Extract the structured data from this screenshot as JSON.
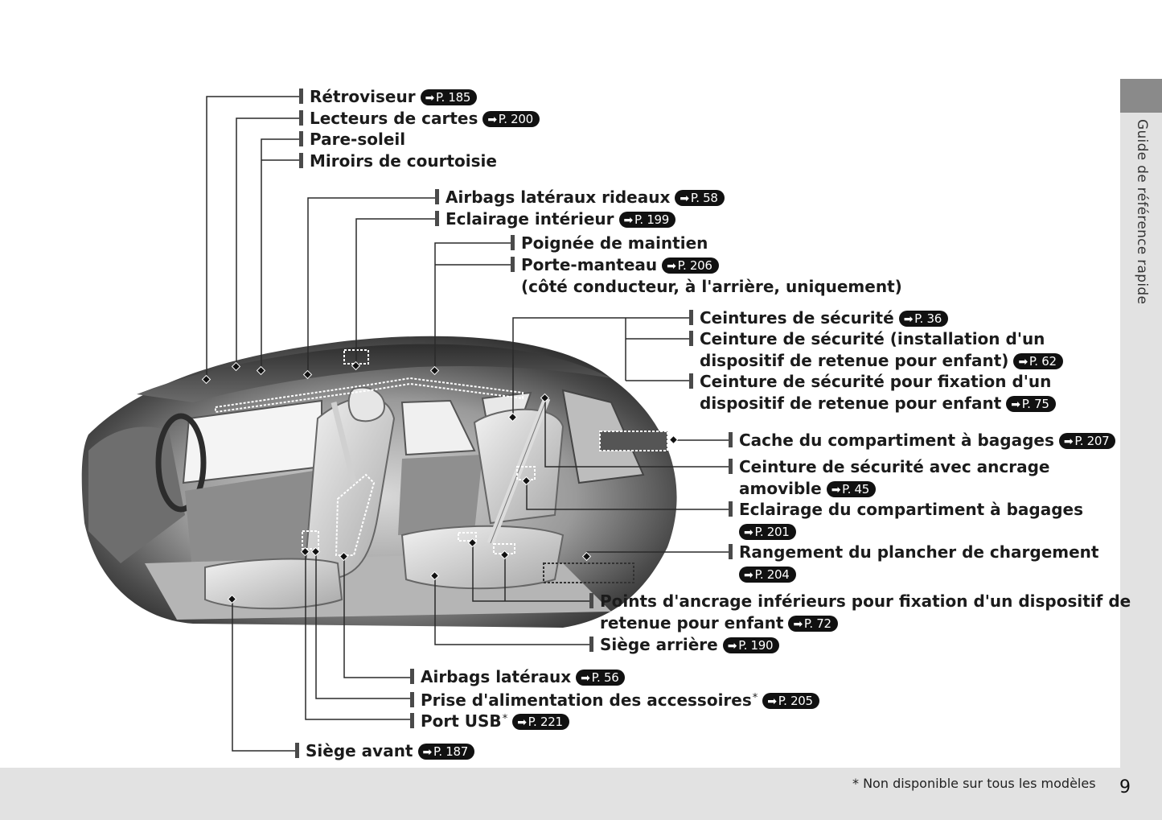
{
  "side_tab": {
    "label": "Guide de référence rapide"
  },
  "page_number": "9",
  "footnote": "* Non disponible sur tous les modèles",
  "ref_arrow": "➡",
  "callouts": {
    "retroviseur": {
      "label": "Rétroviseur",
      "ref": "P. 185"
    },
    "lecteurs": {
      "label": "Lecteurs de cartes",
      "ref": "P. 200"
    },
    "pare_soleil": {
      "label": "Pare-soleil"
    },
    "miroirs": {
      "label": "Miroirs de courtoisie"
    },
    "airbags_rideaux": {
      "label": "Airbags latéraux rideaux",
      "ref": "P. 58"
    },
    "eclairage_interieur": {
      "label": "Eclairage intérieur",
      "ref": "P. 199"
    },
    "poignee": {
      "label": "Poignée de maintien"
    },
    "porte_manteau": {
      "label": "Porte-manteau",
      "ref": "P. 206",
      "line2": "(côté conducteur, à l'arrière, uniquement)"
    },
    "ceintures": {
      "label": "Ceintures de sécurité",
      "ref": "P. 36"
    },
    "ceinture_installation": {
      "label": "Ceinture de sécurité (installation d'un",
      "line2": "dispositif de retenue pour enfant)",
      "ref": "P. 62"
    },
    "ceinture_fixation": {
      "label": "Ceinture de sécurité pour fixation d'un",
      "line2": "dispositif de retenue pour enfant",
      "ref": "P. 75"
    },
    "cache": {
      "label": "Cache du compartiment à bagages",
      "ref": "P. 207"
    },
    "ceinture_ancrage": {
      "label": "Ceinture de sécurité avec ancrage",
      "line2": "amovible",
      "ref": "P. 45"
    },
    "eclairage_compartiment": {
      "label": "Eclairage du compartiment à bagages",
      "ref": "P. 201"
    },
    "rangement": {
      "label": "Rangement du plancher de chargement",
      "ref": "P. 204"
    },
    "points_ancrage": {
      "label": "Points d'ancrage inférieurs pour fixation d'un dispositif de",
      "line2": "retenue pour enfant",
      "ref": "P. 72"
    },
    "siege_arriere": {
      "label": "Siège arrière",
      "ref": "P. 190"
    },
    "airbags_lateraux": {
      "label": "Airbags latéraux",
      "ref": "P. 56"
    },
    "prise": {
      "label": "Prise d'alimentation des accessoires",
      "sup": "*",
      "ref": "P. 205"
    },
    "usb": {
      "label": "Port USB",
      "sup": "*",
      "ref": "P. 221"
    },
    "siege_avant": {
      "label": "Siège avant",
      "ref": "P. 187"
    }
  }
}
